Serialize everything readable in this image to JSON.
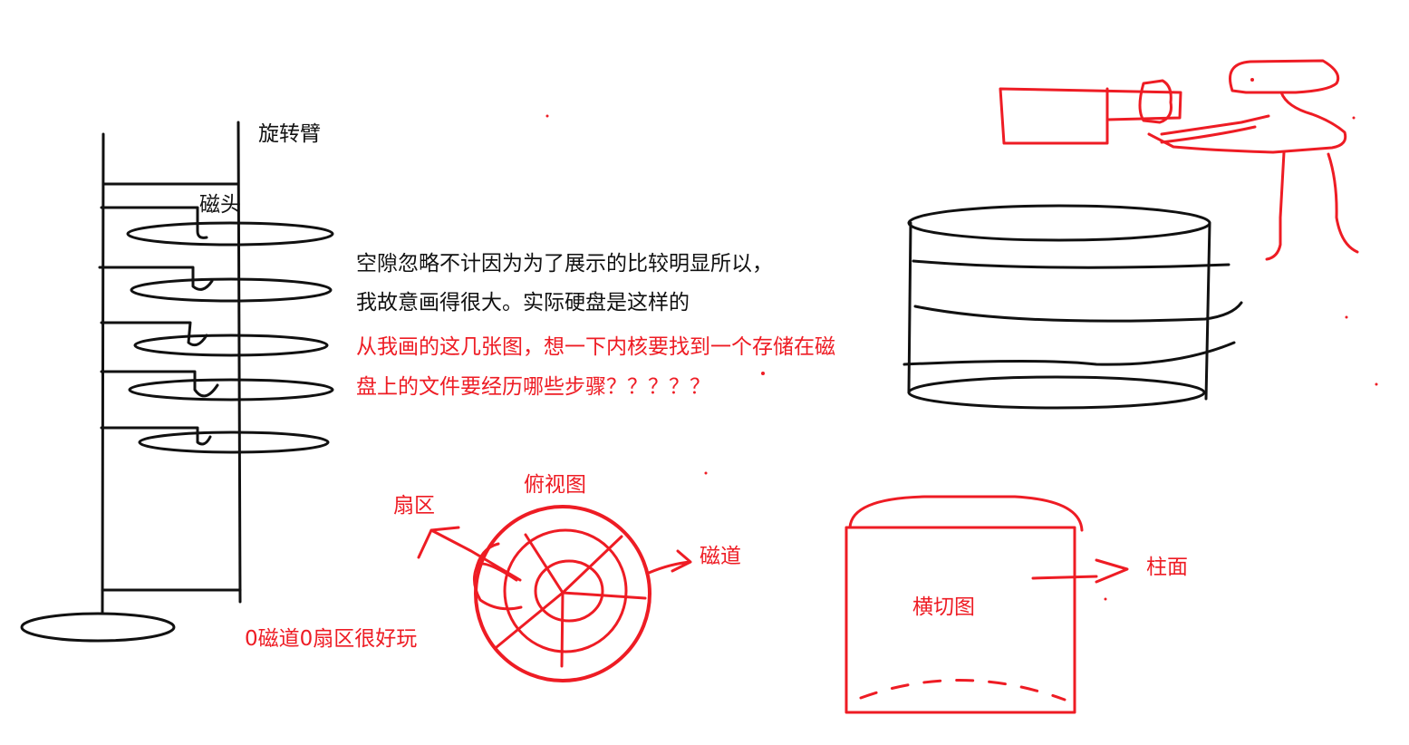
{
  "colors": {
    "ink": "#111111",
    "red": "#ee1c24",
    "background": "#ffffff"
  },
  "labels": {
    "rotating_arm": "旋转臂",
    "magnetic_head": "磁头",
    "note_line1": "空隙忽略不计因为为了展示的比较明显所以，",
    "note_line2": "我故意画得很大。实际硬盘是这样的",
    "question_line1": "从我画的这几张图，想一下内核要找到一个存储在磁",
    "question_line2": "盘上的文件要经历哪些步骤？？？？？",
    "top_view": "俯视图",
    "sector": "扇区",
    "track": "磁道",
    "zero_track_sector": "0磁道0扇区很好玩",
    "cross_section": "横切图",
    "cylinder": "柱面"
  }
}
